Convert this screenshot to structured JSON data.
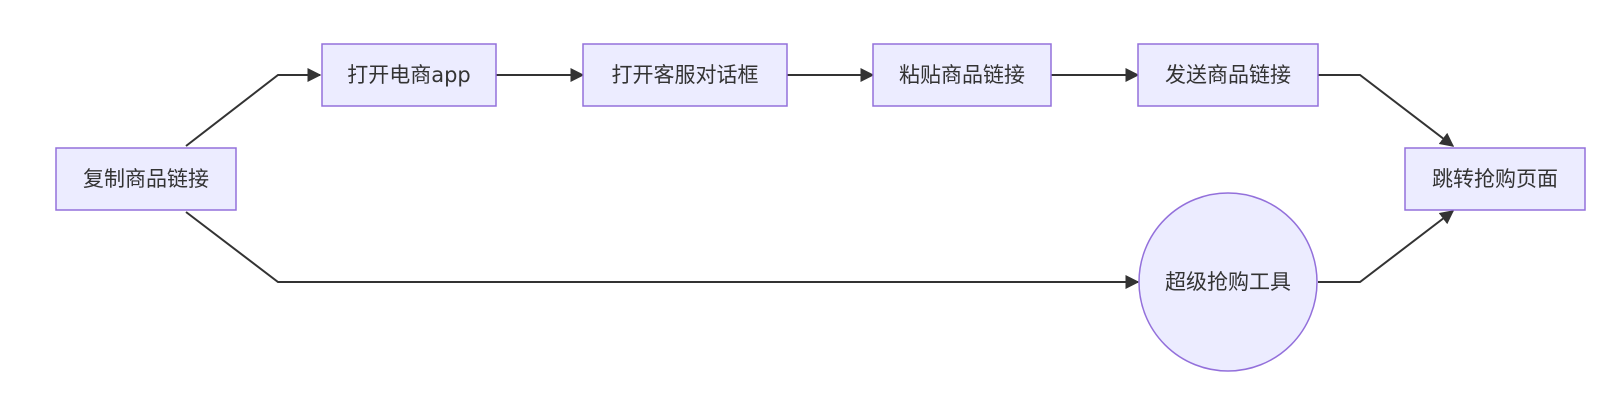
{
  "diagram": {
    "type": "flowchart",
    "direction": "LR",
    "colors": {
      "node_fill": "#ECECFF",
      "node_stroke": "#9370DB",
      "edge": "#333333",
      "text": "#333333"
    },
    "nodes": {
      "copy": {
        "label": "复制商品链接",
        "shape": "rect"
      },
      "open_app": {
        "label": "打开电商app",
        "shape": "rect"
      },
      "open_chat": {
        "label": "打开客服对话框",
        "shape": "rect"
      },
      "paste": {
        "label": "粘贴商品链接",
        "shape": "rect"
      },
      "send": {
        "label": "发送商品链接",
        "shape": "rect"
      },
      "tool": {
        "label": "超级抢购工具",
        "shape": "circle"
      },
      "jump": {
        "label": "跳转抢购页面",
        "shape": "rect"
      }
    },
    "edges": [
      {
        "from": "copy",
        "to": "open_app"
      },
      {
        "from": "open_app",
        "to": "open_chat"
      },
      {
        "from": "open_chat",
        "to": "paste"
      },
      {
        "from": "paste",
        "to": "send"
      },
      {
        "from": "send",
        "to": "jump"
      },
      {
        "from": "copy",
        "to": "tool"
      },
      {
        "from": "tool",
        "to": "jump"
      }
    ]
  }
}
